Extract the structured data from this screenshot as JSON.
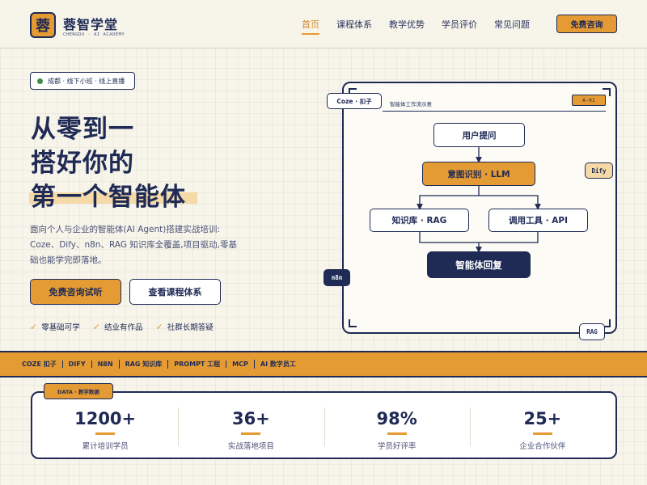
{
  "brand": {
    "logo_glyph": "蓉",
    "name": "蓉智学堂",
    "subtitle": "CHENGDU · AI ACADEMY"
  },
  "nav": {
    "items": [
      {
        "label": "首页",
        "active": true
      },
      {
        "label": "课程体系",
        "active": false
      },
      {
        "label": "教学优势",
        "active": false
      },
      {
        "label": "学员评价",
        "active": false
      },
      {
        "label": "常见问题",
        "active": false
      }
    ],
    "cta_label": "免费咨询"
  },
  "hero": {
    "badge": "成都 · 线下小班 · 线上直播",
    "title_lines": [
      "从零到一",
      "搭好你的",
      "第一个智能体"
    ],
    "description": "面向个人与企业的智能体(AI Agent)搭建实战培训: Coze、Dify、n8n、RAG 知识库全覆盖,项目驱动,零基础也能学完即落地。",
    "primary_button": "免费咨询试听",
    "secondary_button": "查看课程体系",
    "features": [
      "零基础可学",
      "结业有作品",
      "社群长期答疑"
    ]
  },
  "diagram": {
    "title": "智能体工作流示意",
    "id_label": "A-01",
    "tags": {
      "coze": "Coze · 扣子",
      "dify": "Dify",
      "n8n": "n8n",
      "rag": "RAG"
    },
    "nodes": {
      "question": "用户提问",
      "intent": "意图识别 · LLM",
      "knowledge_base": "知识库 · RAG",
      "tools": "调用工具 · API",
      "reply": "智能体回复"
    }
  },
  "strip": {
    "items": [
      "COZE 扣子",
      "DIFY",
      "N8N",
      "RAG 知识库",
      "PROMPT 工程",
      "MCP",
      "AI 数字员工"
    ]
  },
  "stats": {
    "tag": "DATA · 教学数据",
    "items": [
      {
        "value": "1200+",
        "label": "累计培训学员"
      },
      {
        "value": "36+",
        "label": "实战落地项目"
      },
      {
        "value": "98%",
        "label": "学员好评率"
      },
      {
        "value": "25+",
        "label": "企业合作伙伴"
      }
    ]
  },
  "colors": {
    "navy": "#1f2a55",
    "accent": "#e59b33",
    "highlight": "#f5d9a6",
    "status_green": "#3d8b47",
    "background": "#f7f4ea"
  }
}
